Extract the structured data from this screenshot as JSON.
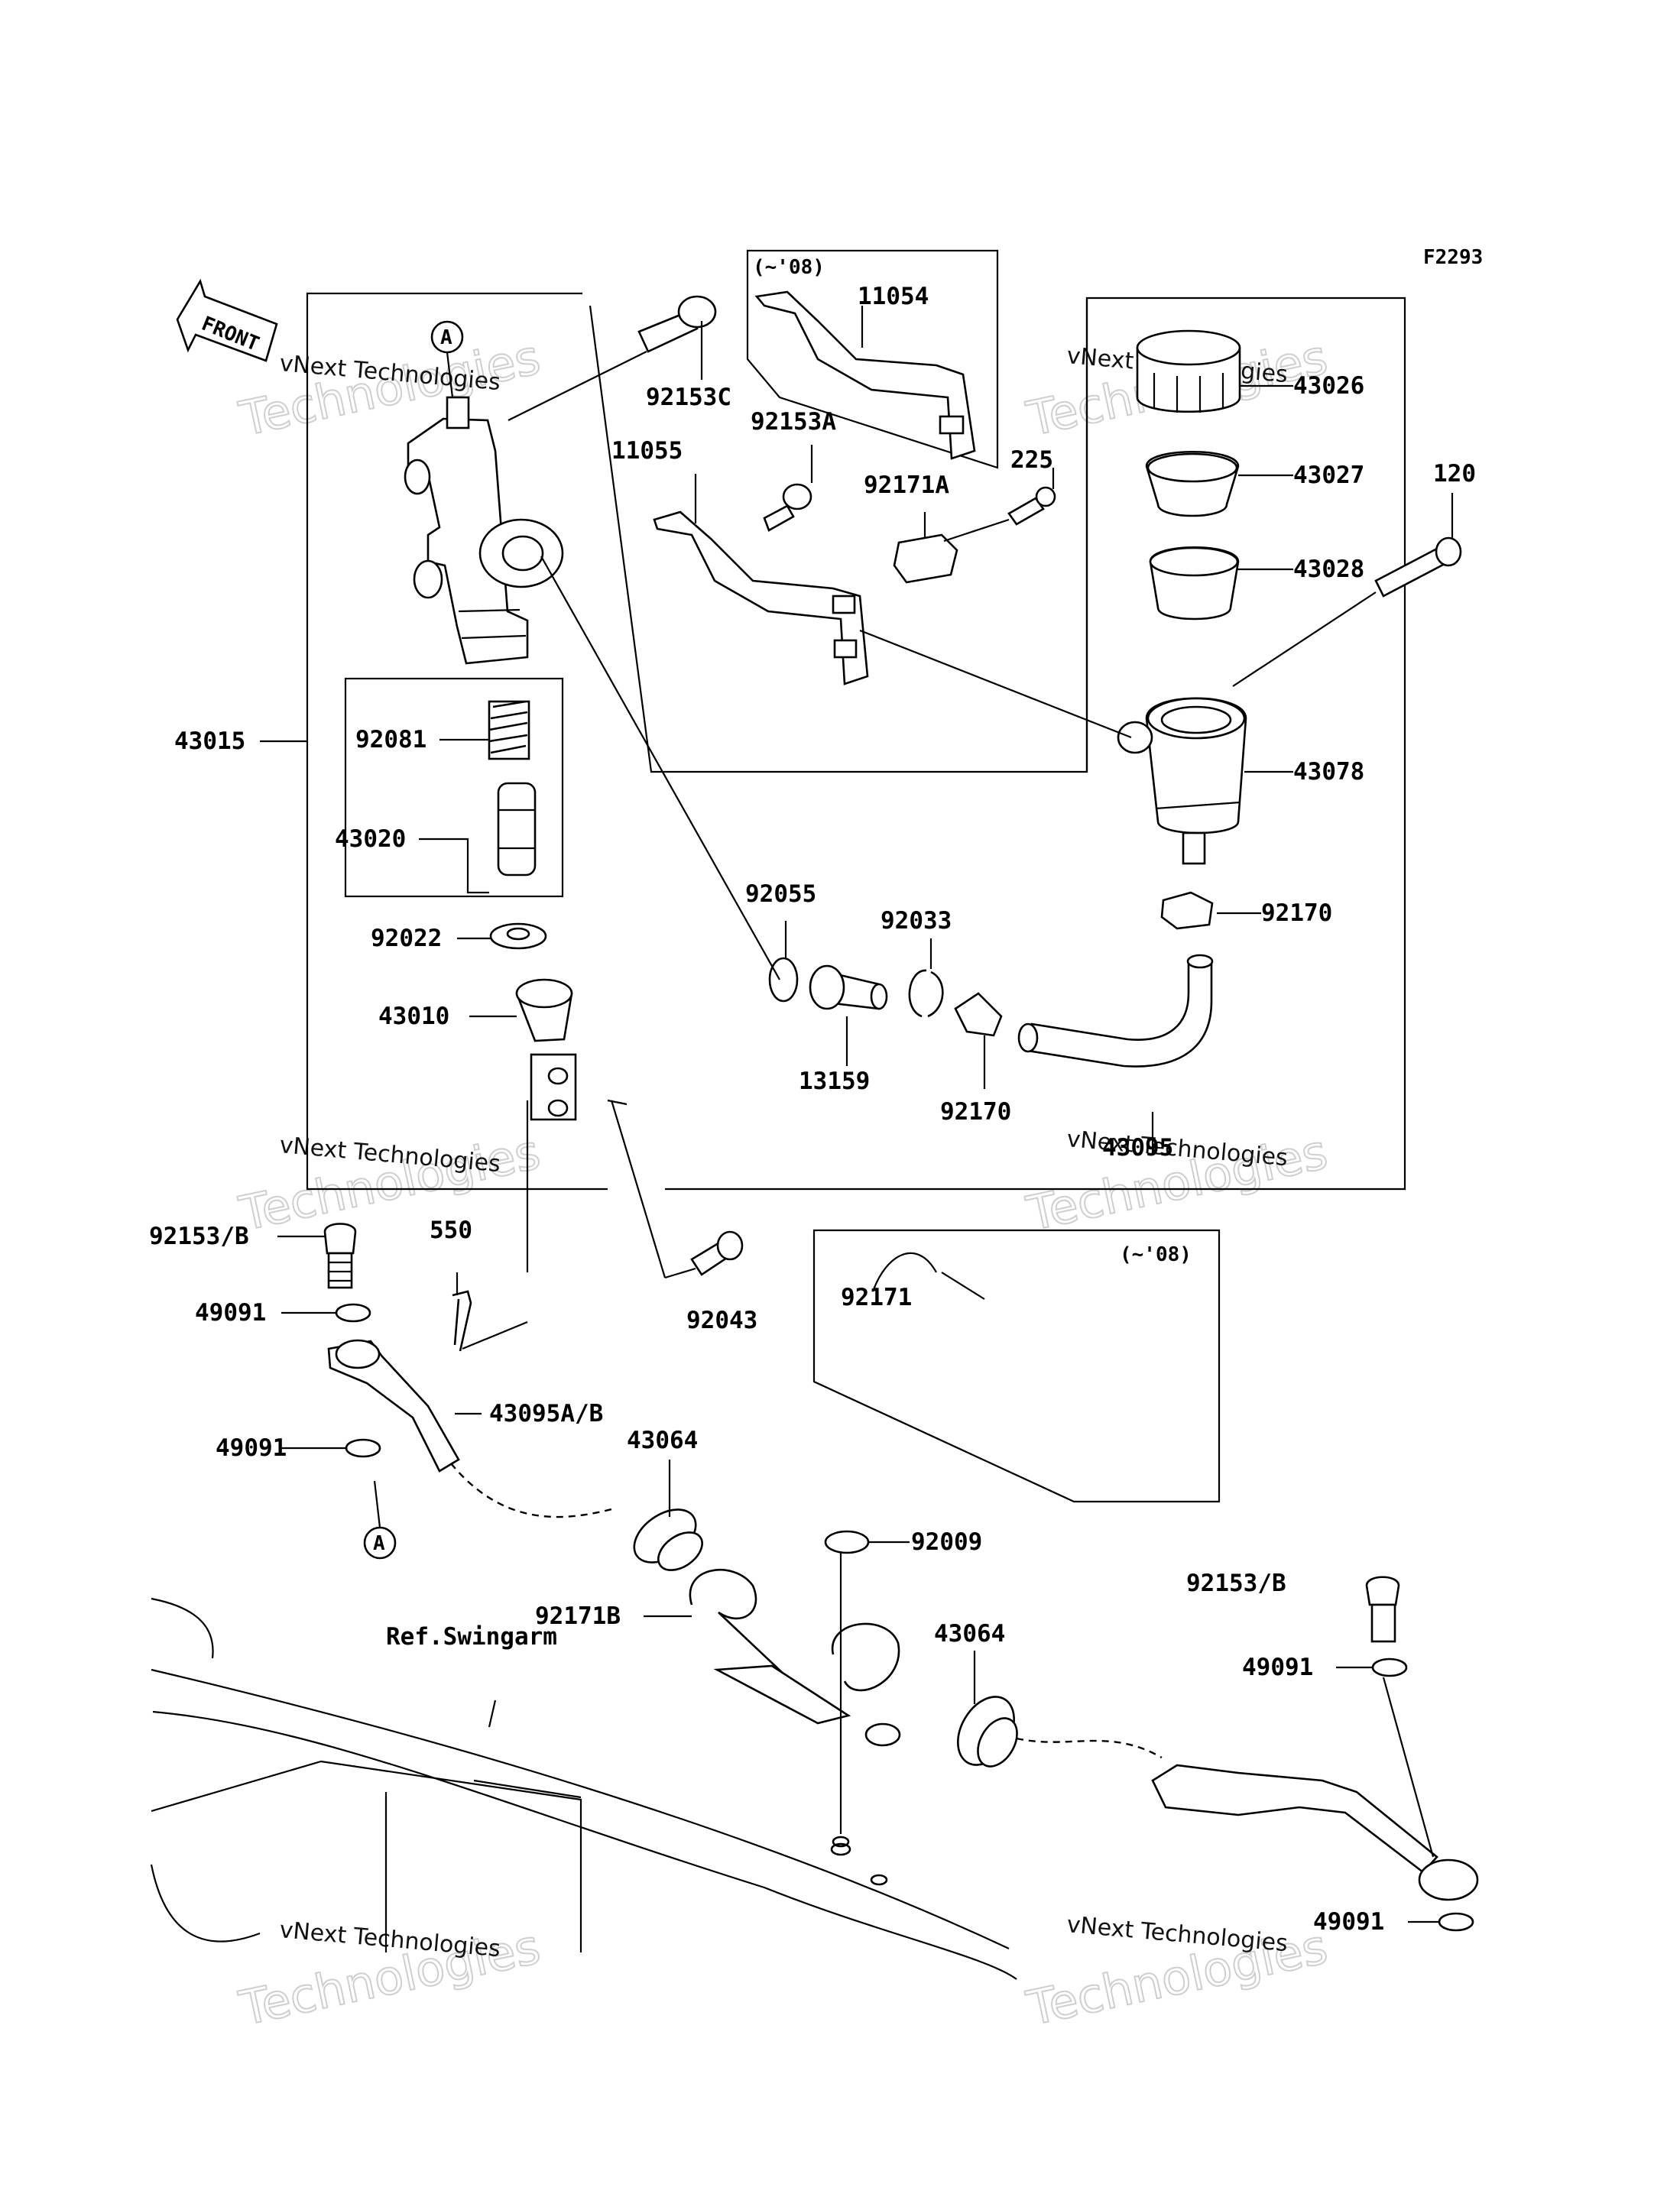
{
  "diagram_code": "F2293",
  "front_label": "FRONT",
  "ref_marker": "A",
  "variant_note": "(~'08)",
  "ref_note": "Ref.Swingarm",
  "watermark": {
    "line1": "vNext Technologies",
    "line2": "Technologies"
  },
  "parts": {
    "p92153C": "92153C",
    "p11054": "11054",
    "p92153A": "92153A",
    "p225": "225",
    "p11055": "11055",
    "p92171A": "92171A",
    "p43026": "43026",
    "p43027": "43027",
    "p43028": "43028",
    "p120": "120",
    "p43015": "43015",
    "p92081": "92081",
    "p43020": "43020",
    "p43078": "43078",
    "p92055": "92055",
    "p92033": "92033",
    "p92170a": "92170",
    "p92170b": "92170",
    "p92022": "92022",
    "p43010": "43010",
    "p13159": "13159",
    "p43095": "43095",
    "p92153B_1": "92153/B",
    "p550": "550",
    "p92043": "92043",
    "p92171": "92171",
    "p49091_1": "49091",
    "p43095AB": "43095A/B",
    "p49091_2": "49091",
    "p43064_1": "43064",
    "p92009": "92009",
    "p92171B": "92171B",
    "p43064_2": "43064",
    "p92153B_2": "92153/B",
    "p49091_3": "49091",
    "p49091_4": "49091"
  }
}
